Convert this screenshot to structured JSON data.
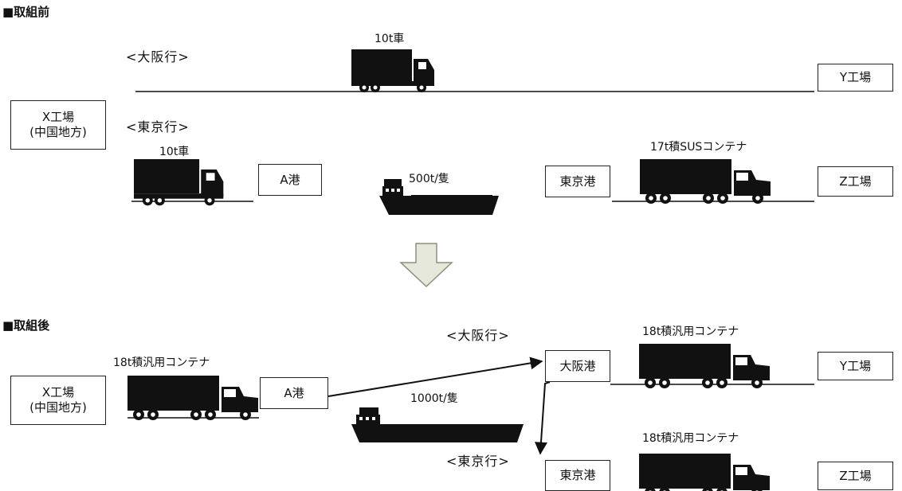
{
  "before": {
    "heading": "■取組前",
    "osaka_route": "<大阪行>",
    "osaka_truck": "10t車",
    "y_factory": "Y工場",
    "x_factory_line1": "X工場",
    "x_factory_line2": "(中国地方)",
    "tokyo_route": "<東京行>",
    "tokyo_truck": "10t車",
    "port_a": "A港",
    "ship": "500t/隻",
    "tokyo_port": "東京港",
    "container": "17t積SUSコンテナ",
    "z_factory": "Z工場"
  },
  "after": {
    "heading": "■取組後",
    "x_factory_line1": "X工場",
    "x_factory_line2": "(中国地方)",
    "container_left": "18t積汎用コンテナ",
    "port_a": "A港",
    "osaka_route": "<大阪行>",
    "osaka_port": "大阪港",
    "container_osaka": "18t積汎用コンテナ",
    "y_factory": "Y工場",
    "ship": "1000t/隻",
    "tokyo_route": "<東京行>",
    "tokyo_port": "東京港",
    "container_tokyo": "18t積汎用コンテナ",
    "z_factory": "Z工場"
  },
  "colors": {
    "ink": "#111111",
    "arrow_fill": "#e6e8dc",
    "arrow_stroke": "#8c9178"
  },
  "icons": [
    "truck-icon",
    "trailer-truck-icon",
    "cargo-ship-icon",
    "down-arrow-icon"
  ]
}
